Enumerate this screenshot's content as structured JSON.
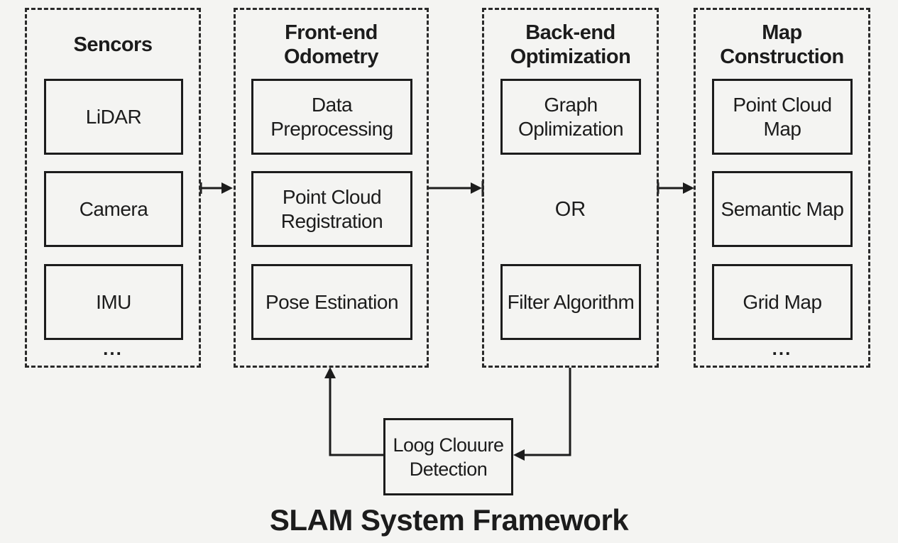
{
  "groups": {
    "sensors": {
      "title": "Sencors",
      "items": [
        "LiDAR",
        "Camera",
        "IMU"
      ],
      "more": "..."
    },
    "frontend": {
      "title": "Front-end\nOdometry",
      "items": [
        "Data\nPreprocessing",
        "Point Cloud\nRegistration",
        "Pose Estination"
      ]
    },
    "backend": {
      "title": "Back-end\nOptimization",
      "items": [
        "Graph\nOplimization",
        "Filter Algorithm"
      ],
      "separator": "OR"
    },
    "mapping": {
      "title": "Map\nConstruction",
      "items": [
        "Point Cloud\nMap",
        "Semantic Map",
        "Grid Map"
      ],
      "more": "..."
    }
  },
  "loop_closure": {
    "label": "Loog Clouure\nDetection"
  },
  "figure_title": "SLAM System Framework"
}
